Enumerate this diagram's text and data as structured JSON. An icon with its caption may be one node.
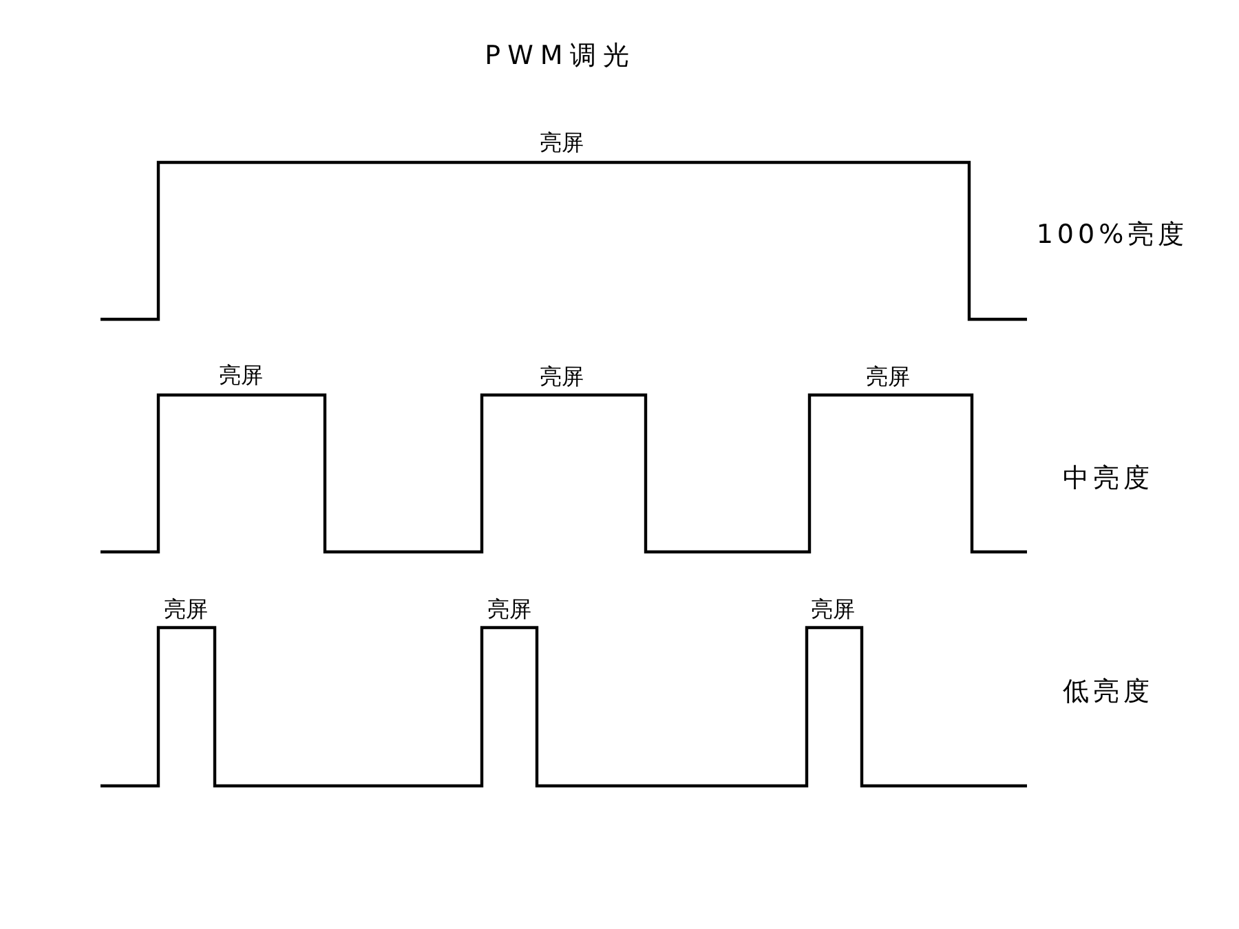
{
  "diagram": {
    "title": "PWM调光",
    "labels": [
      "亮屏",
      "100%亮度",
      "亮屏",
      "亮屏",
      "亮屏",
      "中亮度",
      "亮屏",
      "亮屏",
      "亮屏",
      "低亮度"
    ]
  }
}
